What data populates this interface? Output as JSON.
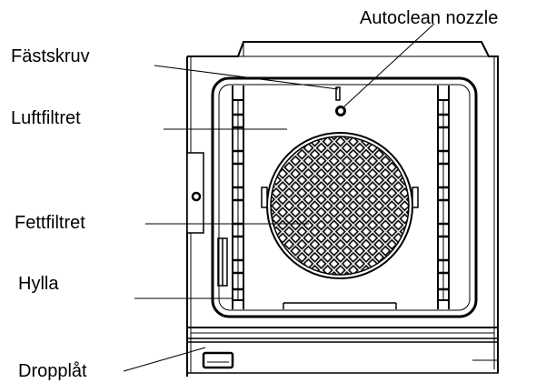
{
  "labels": {
    "autoclean": "Autoclean nozzle",
    "fastskruv": "Fästskruv",
    "luftfiltret": "Luftfiltret",
    "fettfiltret": "Fettfiltret",
    "hylla": "Hylla",
    "dropplat": "Dropplåt"
  },
  "colors": {
    "line": "#000000",
    "background": "#ffffff"
  }
}
